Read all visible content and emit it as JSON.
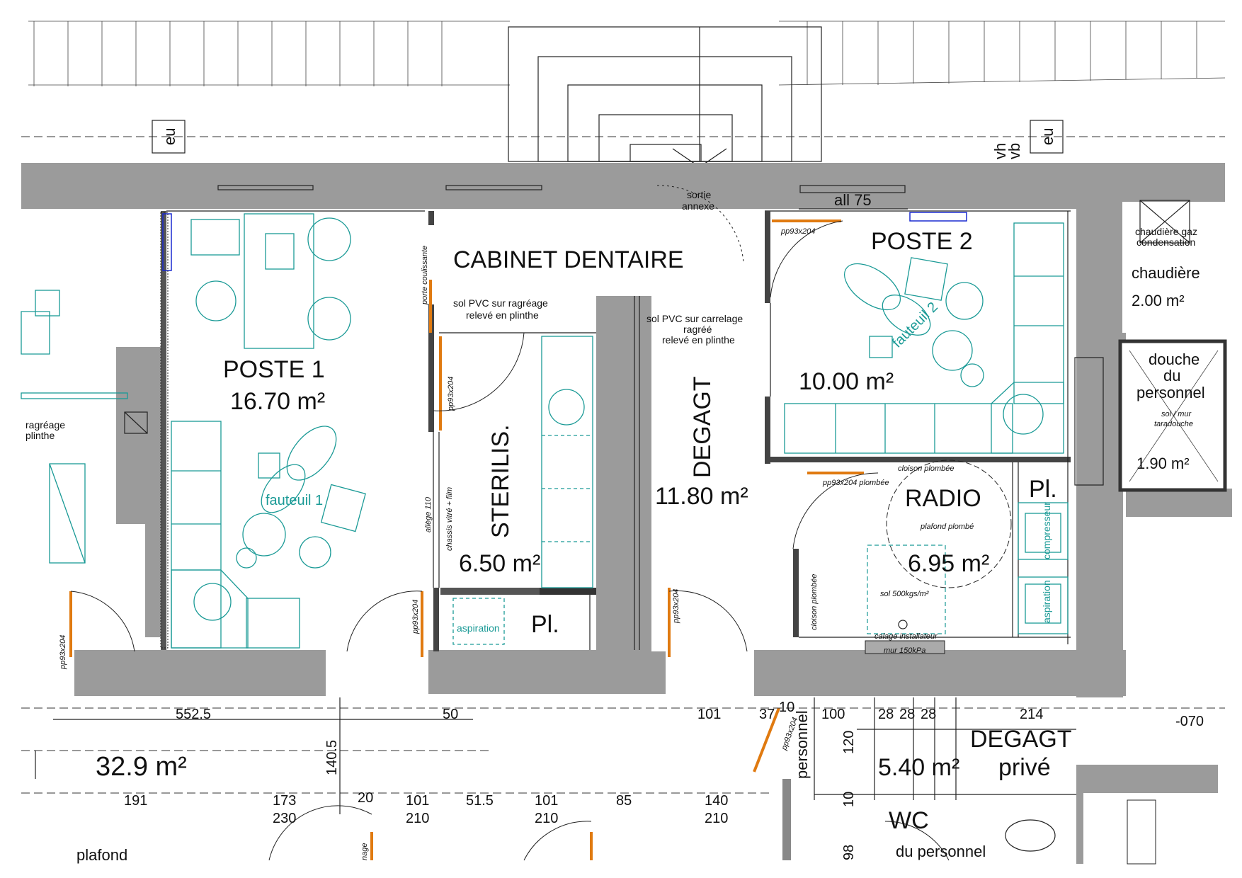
{
  "title": "CABINET DENTAIRE",
  "labels": {
    "eu_left": "eu",
    "eu_right": "eu",
    "vh": "vh",
    "vb": "vb",
    "sortie": "sortie",
    "annexe": "annexe",
    "all75": "all 75",
    "pp_top": "pp93x204",
    "poste1": "POSTE 1",
    "poste1_area": "16.70 m²",
    "poste2": "POSTE 2",
    "poste2_area": "10.00 m²",
    "fauteuil1": "fauteuil 1",
    "fauteuil2": "fauteuil 2",
    "sol_sterilis_1": "sol PVC sur ragréage",
    "sol_sterilis_2": "relevé en plinthe",
    "sol_degagt_1": "sol PVC sur carrelage",
    "sol_degagt_2": "ragréé",
    "sol_degagt_3": "relevé en plinthe",
    "porte_coulissante": "porte coulissante",
    "pp_sterilis": "pp93x204",
    "sterilis": "STERILIS.",
    "sterilis_area": "6.50 m²",
    "allege": "allège 110",
    "chassis": "chassis vitré + film",
    "degagt": "DEGAGT",
    "degagt_area": "11.80 m²",
    "aspiration": "aspiration",
    "pl1": "Pl.",
    "pl2": "Pl.",
    "radio": "RADIO",
    "radio_area": "6.95 m²",
    "cloison_plombee_top": "cloison plombée",
    "pp_plombee": "pp93x204 plombée",
    "plafond_plombe": "plafond plombé",
    "cloison_plombee_side": "cloison plombée",
    "sol_500": "sol 500kgs/m²",
    "calage": "calage installateur",
    "mur": "mur 150kPa",
    "compresseur": "compresseur",
    "aspiration2": "aspiration",
    "chaudiere_gaz_1": "chaudière gaz",
    "chaudiere_gaz_2": "condensation",
    "chaudiere": "chaudière",
    "chaudiere_area": "2.00 m²",
    "douche_1": "douche",
    "douche_2": "du",
    "douche_3": "personnel",
    "sol_mur": "sol / mur",
    "taradouche": "taradouche",
    "douche_area": "1.90 m²",
    "ragreage": "ragréage",
    "plinthe": "plinthe",
    "pp_left": "pp93x204",
    "pp_mid1": "pp93x204",
    "pp_mid2": "pp93x204",
    "pp_bottom": "pp93x204",
    "area_left": "32.9 m²",
    "degagt_prive_1": "DEGAGT",
    "degagt_prive_area": "5.40 m²",
    "degagt_prive_2": "privé",
    "wc": "WC",
    "wc_sub": "du personnel",
    "personnel": "personnel",
    "plafond": "plafond",
    "nage": "nage"
  },
  "dimensions": {
    "d552": "552.5",
    "d50": "50",
    "d101a": "101",
    "d37": "37",
    "d10": "10",
    "d100": "100",
    "d28a": "28",
    "d28b": "28",
    "d28c": "28",
    "d214": "214",
    "d070": "-070",
    "d140_5": "140.5",
    "d120": "120",
    "d10v": "10",
    "d98": "98",
    "d191": "191",
    "d173": "173",
    "d230": "230",
    "d20": "20",
    "d101b": "101",
    "d210a": "210",
    "d51_5": "51.5",
    "d101c": "101",
    "d210b": "210",
    "d85": "85",
    "d140": "140",
    "d210c": "210"
  }
}
